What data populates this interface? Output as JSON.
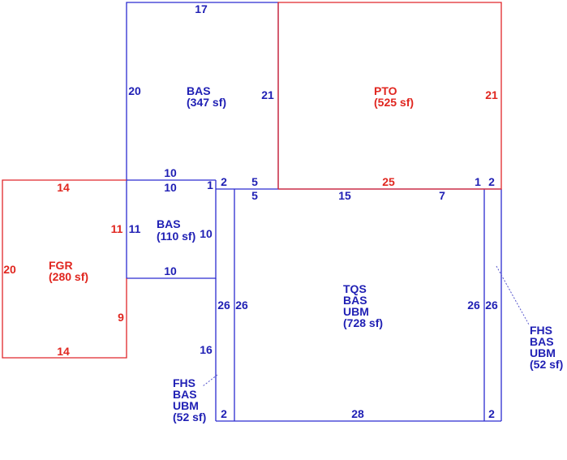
{
  "colors": {
    "living_area": "#2b2bd0",
    "non_living_area": "#e0262a",
    "label_blue": "#1f1fb4",
    "label_red": "#e0261f"
  },
  "areas": {
    "bas_top": {
      "code": "BAS",
      "area": "(347 sf)"
    },
    "pto": {
      "code": "PTO",
      "area": "(525 sf)"
    },
    "fgr": {
      "code": "FGR",
      "area": "(280 sf)"
    },
    "bas_mid": {
      "code": "BAS",
      "area": "(110 sf)"
    },
    "tqs": {
      "lines": [
        "TQS",
        "BAS",
        "UBM"
      ],
      "area": "(728 sf)"
    },
    "fhs_left": {
      "lines": [
        "FHS",
        "BAS",
        "UBM"
      ],
      "area": "(52 sf)"
    },
    "fhs_right": {
      "lines": [
        "FHS",
        "BAS",
        "UBM"
      ],
      "area": "(52 sf)"
    }
  },
  "dimensions": {
    "bas_top": {
      "top": "17",
      "left": "20",
      "right": "21",
      "bottom": "10"
    },
    "pto": {
      "right": "21",
      "bottom": "25",
      "corner_1": "1",
      "corner_2": "2"
    },
    "fgr": {
      "top": "14",
      "left": "20",
      "right_upper": "11",
      "right_lower": "9",
      "bottom": "14"
    },
    "bas_mid": {
      "top": "10",
      "left": "11",
      "right": "10",
      "bottom": "10",
      "corner": "1"
    },
    "fhs_left": {
      "top": "2",
      "outer": "16",
      "left": "26",
      "right": "26",
      "bottom": "2"
    },
    "tqs": {
      "top_left": "5",
      "top_left_inner": "5",
      "top_mid": "15",
      "top_right": "7",
      "bottom": "28",
      "left": "26",
      "right": "26"
    },
    "fhs_right": {
      "top": "2",
      "left": "26",
      "right": "26",
      "bottom": "2"
    }
  }
}
